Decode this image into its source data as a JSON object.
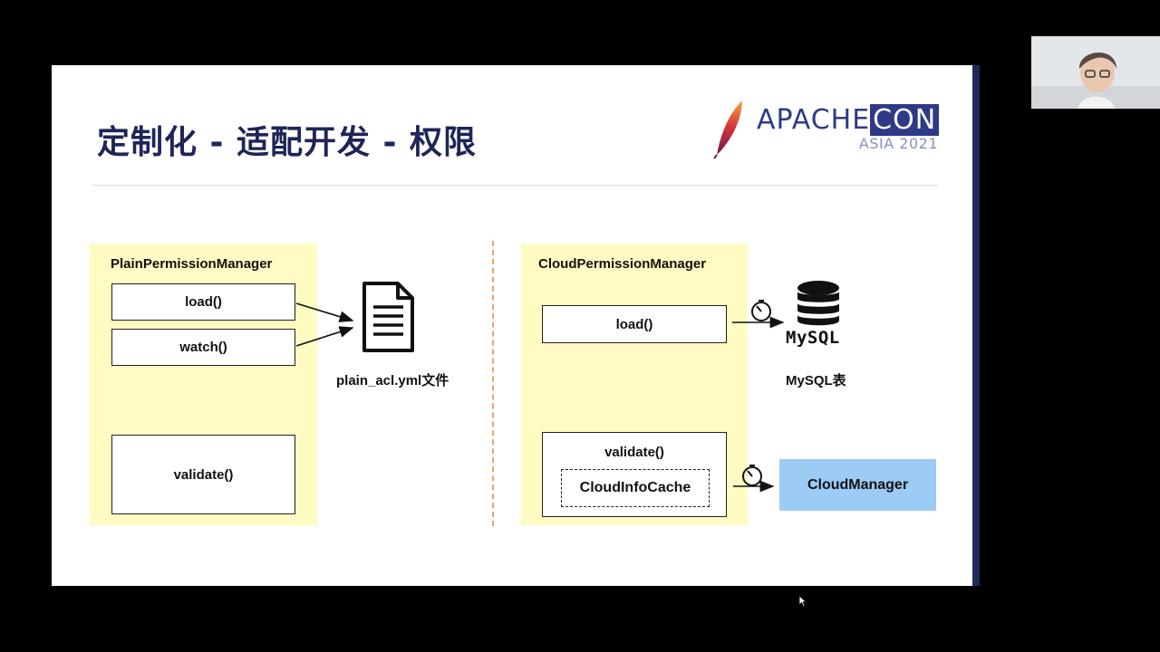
{
  "slide": {
    "title": "定制化 - 适配开发 - 权限",
    "logo": {
      "main": "APACHE",
      "accent": "CON",
      "sub": "ASIA 2021"
    }
  },
  "left_panel": {
    "title": "PlainPermissionManager",
    "methods": {
      "load": "load()",
      "watch": "watch()",
      "validate": "validate()"
    },
    "file_label": "plain_acl.yml文件"
  },
  "right_panel": {
    "title": "CloudPermissionManager",
    "methods": {
      "load": "load()",
      "validate": "validate()"
    },
    "cache": "CloudInfoCache",
    "mysql_logo": "MySQL",
    "mysql_label": "MySQL表",
    "cloud_manager": "CloudManager"
  },
  "colors": {
    "title": "#1f2557",
    "panel_fill": "#fffbc2",
    "divider": "#e8a46a",
    "cloud_manager_fill": "#9ccbf5"
  }
}
